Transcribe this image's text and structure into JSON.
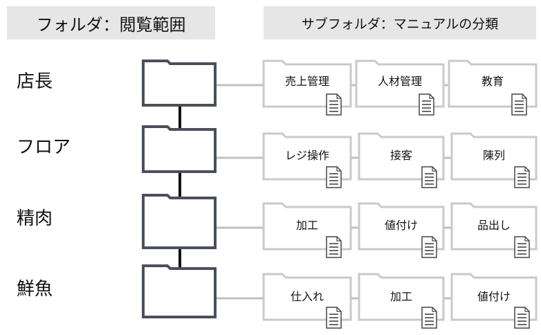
{
  "header": {
    "left_title": "フォルダ：閲覧範囲",
    "right_title": "サブフォルダ：マニュアルの分類"
  },
  "rows": [
    {
      "label": "店長",
      "subfolders": [
        "売上管理",
        "人材管理",
        "教育"
      ]
    },
    {
      "label": "フロア",
      "subfolders": [
        "レジ操作",
        "接客",
        "陳列"
      ]
    },
    {
      "label": "精肉",
      "subfolders": [
        "加工",
        "値付け",
        "品出し"
      ]
    },
    {
      "label": "鮮魚",
      "subfolders": [
        "仕入れ",
        "加工",
        "値付け"
      ]
    }
  ],
  "icons": {
    "main_folder": "folder-icon",
    "subfolder": "folder-icon",
    "document": "document-icon"
  },
  "colors": {
    "header_bg": "#e6e6e6",
    "main_folder_stroke": "#4a4f5c",
    "subfolder_stroke": "#c9c9c9",
    "connector": "#c0c0c0",
    "spine": "#111111"
  }
}
